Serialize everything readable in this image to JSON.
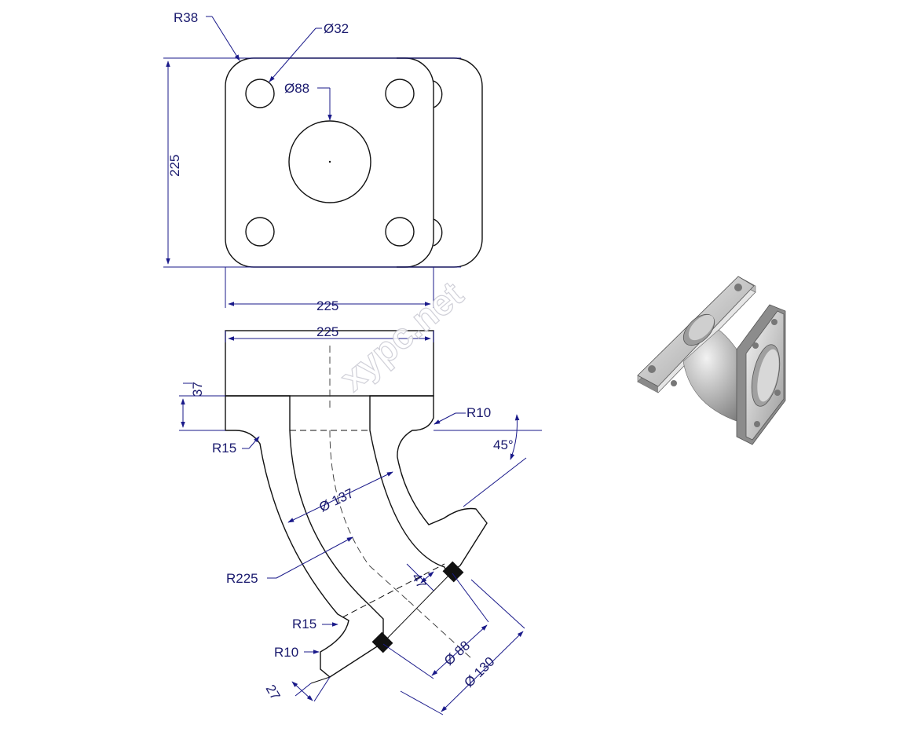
{
  "watermark": "xypc.net",
  "dimensions": {
    "r38": "R38",
    "dia32": "Ø32",
    "dia88_top": "Ø88",
    "h225": "225",
    "w225_top": "225",
    "w225_bottom": "225",
    "d37": "37",
    "r10_right": "R10",
    "r15_left": "R15",
    "angle45": "45°",
    "dia137": "Ø 137",
    "r225": "R225",
    "d47": "47",
    "r15_bottom": "R15",
    "r10_bottom": "R10",
    "d27": "27",
    "dia88_bottom": "Ø 88",
    "dia130": "Ø 130"
  },
  "colors": {
    "dimension": "#1a1a8a",
    "outline": "#111111"
  }
}
